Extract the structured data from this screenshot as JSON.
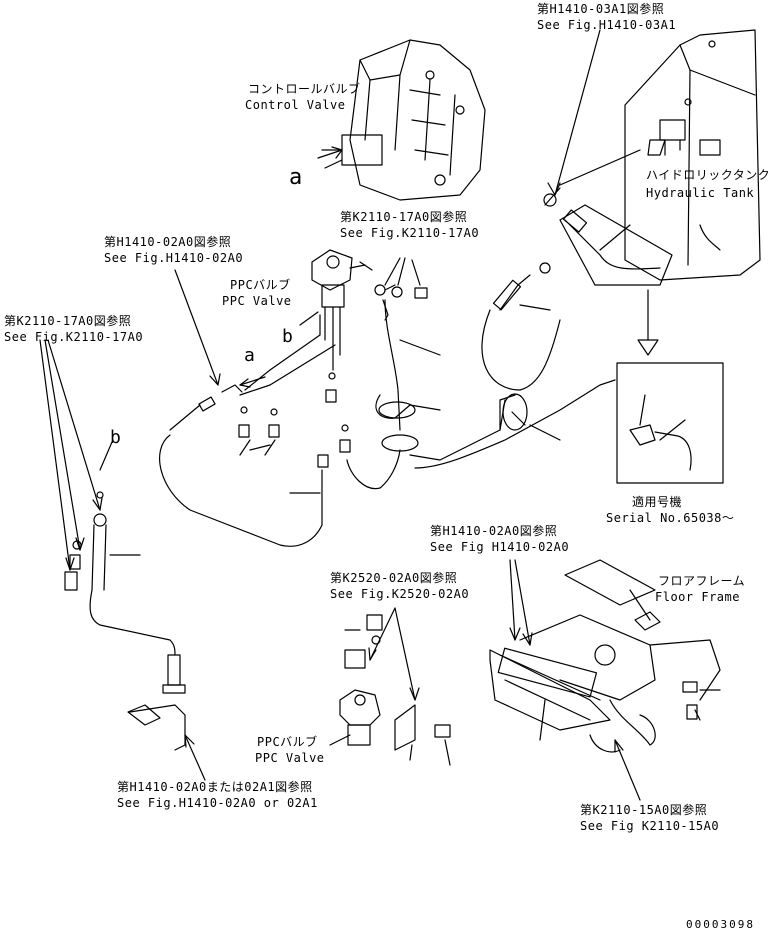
{
  "labels": {
    "ref_h1410_03a1_jp": "第H1410-03A1図参照",
    "ref_h1410_03a1_en": "See Fig.H1410-03A1",
    "control_valve_jp": "コントロールバルブ",
    "control_valve_en": "Control Valve",
    "hydraulic_tank_jp": "ハイドロリックタンク",
    "hydraulic_tank_en": "Hydraulic Tank",
    "ref_k2110_17a0_jp_a": "第K2110-17A0図参照",
    "ref_k2110_17a0_en_a": "See Fig.K2110-17A0",
    "ref_h1410_02a0_jp_a": "第H1410-02A0図参照",
    "ref_h1410_02a0_en_a": "See Fig.H1410-02A0",
    "ppc_valve_jp_top": "PPCバルブ",
    "ppc_valve_en_top": "PPC Valve",
    "ref_k2110_17a0_jp_b": "第K2110-17A0図参照",
    "ref_k2110_17a0_en_b": "See Fig.K2110-17A0",
    "letter_a_top": "a",
    "letter_a_mid": "a",
    "letter_b_mid": "b",
    "letter_b_left": "b",
    "serial_jp": "適用号機",
    "serial_en": "Serial No.65038～",
    "ref_h1410_02a0_jp_b": "第H1410-02A0図参照",
    "ref_h1410_02a0_en_b": "See Fig H1410-02A0",
    "ref_k2520_02a0_jp": "第K2520-02A0図参照",
    "ref_k2520_02a0_en": "See Fig.K2520-02A0",
    "floor_frame_jp": "フロアフレーム",
    "floor_frame_en": "Floor Frame",
    "ppc_valve_jp_bottom": "PPCバルブ",
    "ppc_valve_en_bottom": "PPC Valve",
    "ref_h1410_02a0_or_jp": "第H1410-02A0または02A1図参照",
    "ref_h1410_02a0_or_en": "See Fig.H1410-02A0 or 02A1",
    "ref_k2110_15a0_jp": "第K2110-15A0図参照",
    "ref_k2110_15a0_en": "See Fig K2110-15A0",
    "drawing_number": "00003098"
  }
}
